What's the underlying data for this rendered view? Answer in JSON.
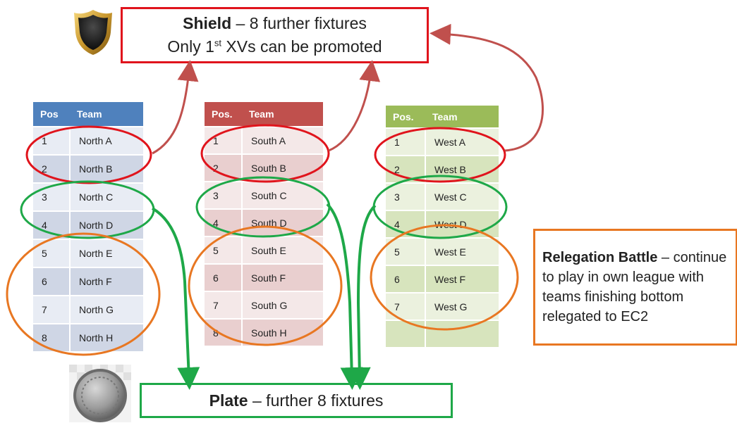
{
  "shield": {
    "title": "Shield",
    "line1_rest": "– 8 further fixtures",
    "line2_pre": "Only 1",
    "line2_sup": "st",
    "line2_post": " XVs can be promoted"
  },
  "plate": {
    "title": "Plate",
    "rest": "– further 8 fixtures"
  },
  "relegation": {
    "title": "Relegation Battle",
    "rest": "– continue to play in own league with teams finishing bottom relegated to EC2"
  },
  "north": {
    "headers": [
      "Pos",
      "Team"
    ],
    "rows": [
      {
        "pos": "1",
        "team": "North A"
      },
      {
        "pos": "2",
        "team": "North B"
      },
      {
        "pos": "3",
        "team": "North C"
      },
      {
        "pos": "4",
        "team": "North D"
      },
      {
        "pos": "5",
        "team": "North E"
      },
      {
        "pos": "6",
        "team": "North F"
      },
      {
        "pos": "7",
        "team": "North G"
      },
      {
        "pos": "8",
        "team": "North H"
      }
    ]
  },
  "south": {
    "headers": [
      "Pos.",
      "Team"
    ],
    "rows": [
      {
        "pos": "1",
        "team": "South A"
      },
      {
        "pos": "2",
        "team": "South B"
      },
      {
        "pos": "3",
        "team": "South C"
      },
      {
        "pos": "4",
        "team": "South D"
      },
      {
        "pos": "5",
        "team": "South E"
      },
      {
        "pos": "6",
        "team": "South  F"
      },
      {
        "pos": "7",
        "team": "South G"
      },
      {
        "pos": "8",
        "team": "South H"
      }
    ]
  },
  "west": {
    "headers": [
      "Pos.",
      "Team"
    ],
    "rows": [
      {
        "pos": "1",
        "team": "West A"
      },
      {
        "pos": "2",
        "team": "West B"
      },
      {
        "pos": "3",
        "team": "West C"
      },
      {
        "pos": "4",
        "team": "West D"
      },
      {
        "pos": "5",
        "team": "West E"
      },
      {
        "pos": "6",
        "team": "West F"
      },
      {
        "pos": "7",
        "team": "West G"
      },
      {
        "pos": "",
        "team": ""
      }
    ]
  },
  "colors": {
    "red": "#e0141c",
    "green": "#1ea848",
    "orange": "#e87722",
    "arrow_red": "#c0504d"
  },
  "icons": [
    "shield-icon",
    "plate-icon"
  ]
}
